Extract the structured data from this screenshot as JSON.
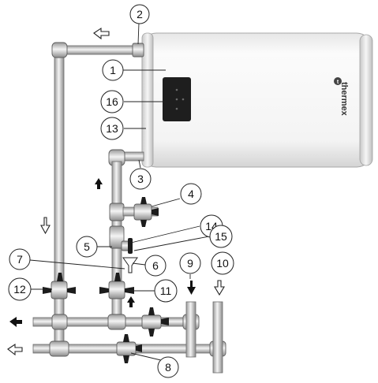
{
  "brand": {
    "logo_text": "thermex"
  },
  "callouts": {
    "c1": "1",
    "c2": "2",
    "c3": "3",
    "c4": "4",
    "c5": "5",
    "c6": "6",
    "c7": "7",
    "c8": "8",
    "c9": "9",
    "c10": "10",
    "c11": "11",
    "c12": "12",
    "c13": "13",
    "c14": "14",
    "c15": "15",
    "c16": "16"
  },
  "colors": {
    "pipe_light": "#f4f4f4",
    "pipe_dark": "#9a9a9a",
    "tank_body": "#f7f7f7",
    "tank_shade": "#dcdcdc",
    "control_panel": "#1e1e1e",
    "handle": "#1c1c1c"
  },
  "icons": {
    "hot_out_arrow": "hollow-left-arrow",
    "cold_in_arrow": "hollow-down-arrow",
    "flow_arrow": "solid-arrow",
    "drain": "funnel-icon",
    "brand_mark": "thermex-logo-icon"
  }
}
